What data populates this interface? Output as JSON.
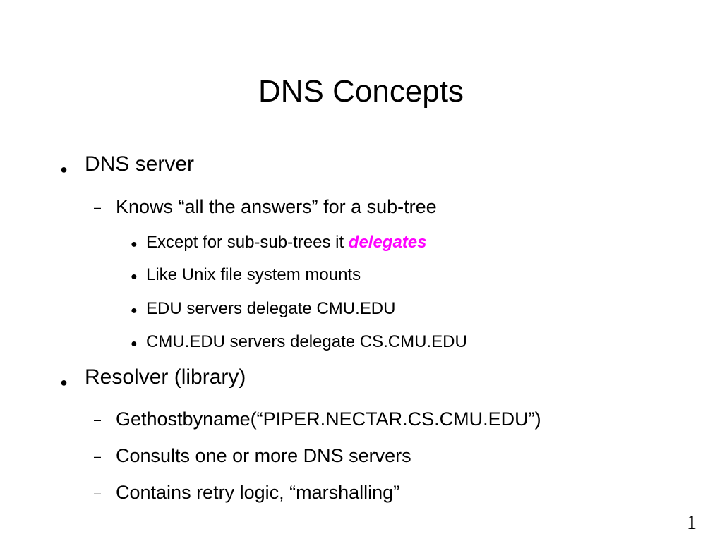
{
  "slide": {
    "title": "DNS Concepts",
    "bullets": {
      "level1": "●",
      "level2": "–",
      "level3": "●"
    },
    "items": [
      {
        "text": "DNS server"
      },
      {
        "text": "Knows “all the answers” for a sub-tree"
      },
      {
        "text": "Except for sub-sub-trees it ",
        "emphasis": "delegates"
      },
      {
        "text": "Like Unix file system mounts"
      },
      {
        "text": "EDU servers delegate CMU.EDU"
      },
      {
        "text": "CMU.EDU servers delegate CS.CMU.EDU"
      },
      {
        "text": "Resolver (library)"
      },
      {
        "text": "Gethostbyname(“PIPER.NECTAR.CS.CMU.EDU”)"
      },
      {
        "text": "Consults one or more DNS servers"
      },
      {
        "text": "Contains retry logic, “marshalling”"
      }
    ],
    "page_number": "1",
    "colors": {
      "emphasis": "#ff00ff",
      "text": "#000000",
      "background": "#ffffff"
    }
  }
}
